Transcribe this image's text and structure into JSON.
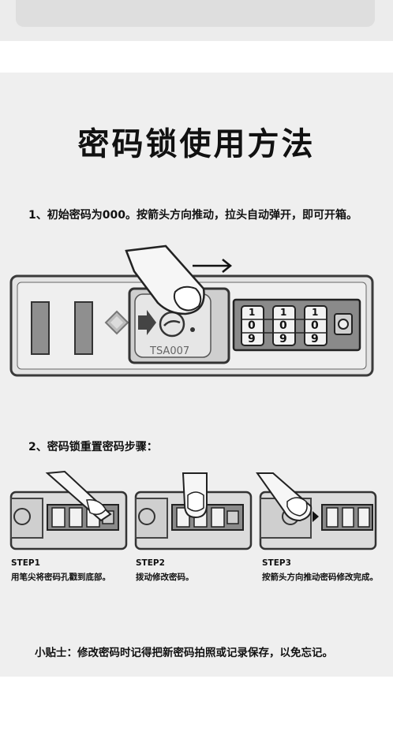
{
  "title": "密码锁使用方法",
  "instruction_1": "1、初始密码为000。按箭头方向推动，拉头自动弹开，即可开箱。",
  "instruction_2": "2、密码锁重置密码步骤：",
  "lock_model": "TSA007",
  "dial_digits": [
    "1",
    "0",
    "9"
  ],
  "steps": [
    {
      "label": "STEP1",
      "text": "用笔尖将密码孔戳到底部。"
    },
    {
      "label": "STEP2",
      "text": "拨动修改密码。"
    },
    {
      "label": "STEP3",
      "text": "按箭头方向推动密码修改完成。"
    }
  ],
  "tip": "小贴士：修改密码时记得把新密码拍照或记录保存，以免忘记。"
}
